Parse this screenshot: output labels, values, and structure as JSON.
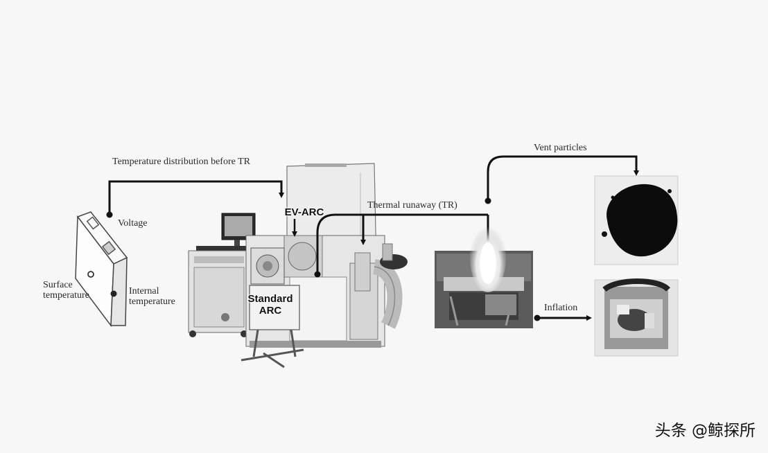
{
  "labels": {
    "temp_distribution": "Temperature distribution before TR",
    "voltage": "Voltage",
    "surface_temperature": "Surface temperature",
    "internal_temperature": "Internal temperature",
    "ev_arc": "EV-ARC",
    "standard_arc": "Standard ARC",
    "thermal_runaway": "Thermal runaway (TR)",
    "vent_particles": "Vent particles",
    "inflation": "Inflation"
  },
  "watermark": "头条 @鲸探所",
  "icons": [
    "battery-cell-icon",
    "ev-arc-apparatus-icon",
    "standard-arc-apparatus-icon",
    "fire-photo-icon",
    "particles-photo-icon",
    "inflated-cell-photo-icon"
  ],
  "colors": {
    "background": "#f7f7f7",
    "line": "#111111"
  }
}
